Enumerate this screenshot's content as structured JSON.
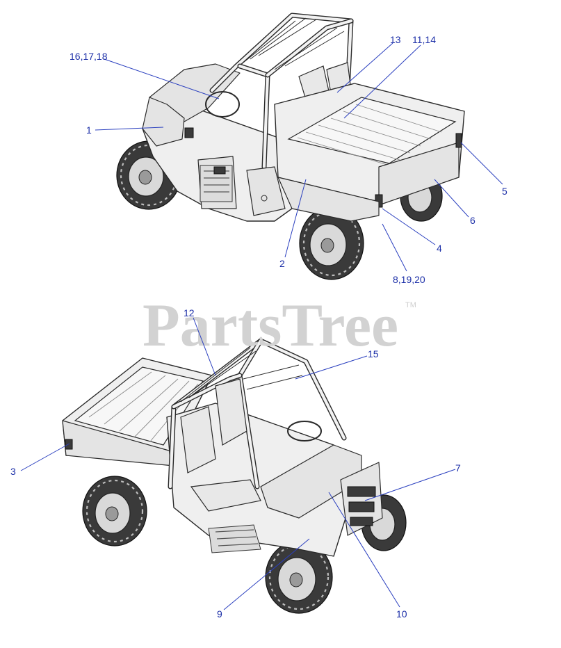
{
  "watermark": {
    "brand": "PartsTree",
    "trademark": "TM"
  },
  "callouts": {
    "c1": "1",
    "c2": "2",
    "c3": "3",
    "c4": "4",
    "c5": "5",
    "c6": "6",
    "c7": "7",
    "c8": "8,19,20",
    "c9": "9",
    "c10": "10",
    "c11": "11,14",
    "c12": "12",
    "c13": "13",
    "c15": "15",
    "c16": "16,17,18"
  },
  "colors": {
    "callout": "#1c2fa8",
    "leader": "#2a3fbf",
    "watermark": "#d2d2d2",
    "lineart": "#2a2a2a"
  }
}
